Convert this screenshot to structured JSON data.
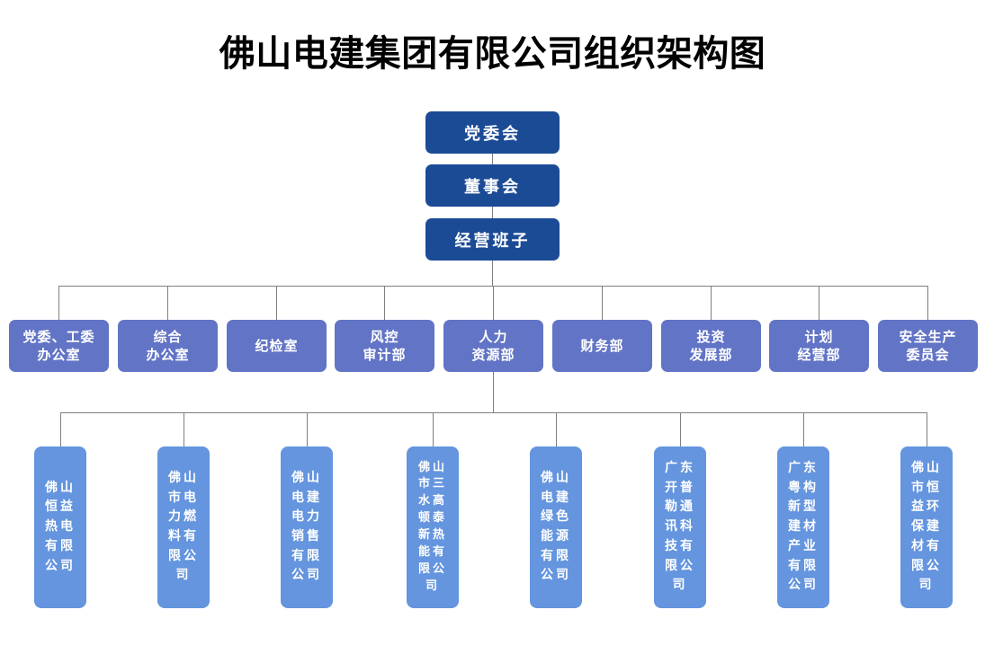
{
  "title": "佛山电建集团有限公司组织架构图",
  "governance": [
    "党委会",
    "董事会",
    "经营班子"
  ],
  "departments": [
    "党委、工委\n办公室",
    "综合\n办公室",
    "纪检室",
    "风控\n审计部",
    "人力\n资源部",
    "财务部",
    "投资\n发展部",
    "计划\n经营部",
    "安全生产\n委员会"
  ],
  "subsidiaries": [
    "佛山\n恒益\n热电\n有限\n公司",
    "佛山\n市电\n力燃\n料有\n限公\n司",
    "佛山\n电建\n电力\n销售\n有限\n公司",
    "佛山\n市三\n水高\n顿泰\n新热\n能有\n限公\n司",
    "佛山\n电建\n绿色\n能源\n有限\n公司",
    "广东\n开普\n勒通\n讯科\n技有\n限公\n司",
    "广东\n粤构\n新型\n建材\n产业\n有限\n公司",
    "佛山\n市恒\n益环\n保建\n材有\n限公\n司"
  ],
  "colors": {
    "governance_box": "#1C4B96",
    "department_box": "#6274C5",
    "subsidiary_box": "#6495DE",
    "connector_line": "#7F7F7F",
    "title_text": "#000000",
    "box_text": "#FFFFFF"
  }
}
